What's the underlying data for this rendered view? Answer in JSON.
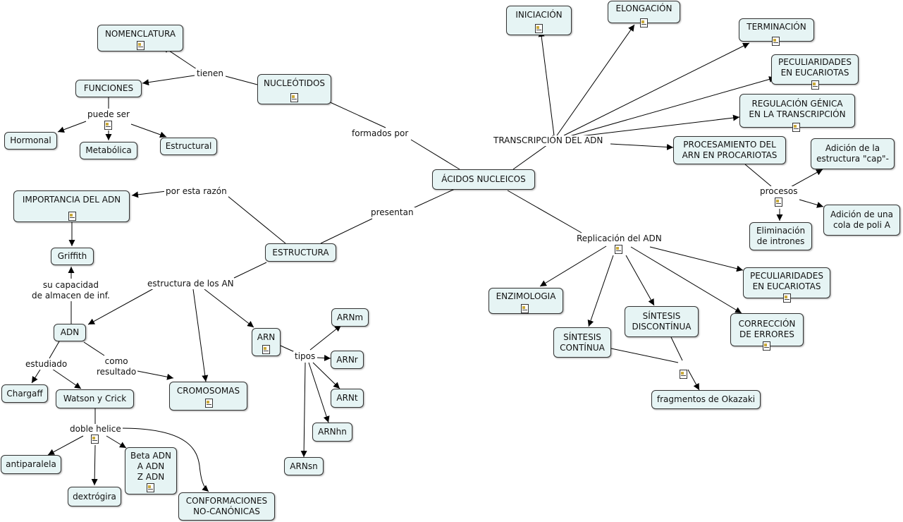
{
  "map": {
    "center": "ÁCIDOS NUCLEICOS",
    "nodes": {
      "nucleotidos": "NUCLEÓTIDOS",
      "nomenclatura": "NOMENCLATURA",
      "funciones": "FUNCIONES",
      "hormonal": "Hormonal",
      "metabolica": "Metabólica",
      "estructural": "Estructural",
      "importancia": "IMPORTANCIA DEL ADN",
      "griffith": "Griffith",
      "estructura": "ESTRUCTURA",
      "adn": "ADN",
      "chargaff": "Chargaff",
      "watson_crick": "Watson y Crick",
      "cromosomas": "CROMOSOMAS",
      "antiparalela": "antiparalela",
      "dextrogira": "dextrógira",
      "formas_adn": "Beta ADN\nA ADN\nZ ADN",
      "conformaciones": "CONFORMACIONES\nNO-CANÓNICAS",
      "arn": "ARN",
      "arnm": "ARNm",
      "arnr": "ARNr",
      "arnt": "ARNt",
      "arnhn": "ARNhn",
      "arnsn": "ARNsn",
      "iniciacion": "INICIACIÓN",
      "elongacion": "ELONGACIÓN",
      "terminacion": "TERMINACIÓN",
      "peculiaridades_transcripcion": "PECULIARIDADES\nEN EUCARIOTAS",
      "regulacion": "REGULACIÓN GÉNICA\nEN LA TRANSCRIPCIÓN",
      "procesamiento": "PROCESAMIENTO DEL\nARN EN PROCARIOTAS",
      "cap": "Adición de la\nestructura \"cap\"-",
      "poli_a": "Adición de una\ncola de poli A",
      "intrones": "Eliminación\nde intrones",
      "enzimologia": "ENZIMOLOGIA",
      "sintesis_continua": "SÍNTESIS\nCONTÍNUA",
      "sintesis_discontinua": "SÍNTESIS\nDISCONTÍNUA",
      "peculiaridades_replicacion": "PECULIARIDADES\nEN EUCARIOTAS",
      "correccion": "CORRECCIÓN\nDE ERRORES",
      "okazaki": "fragmentos de Okazaki"
    },
    "links": {
      "formados_por": "formados por",
      "tienen": "tienen",
      "puede_ser": "puede ser",
      "presentan": "presentan",
      "por_esta_razon": "por esta razón",
      "estructura_an": "estructura de los AN",
      "capacidad": "su capacidad\nde almacen de inf.",
      "estudiado": "estudiado",
      "como_resultado": "como\nresultado",
      "doble_helice": "doble helice",
      "tipos": "tipos",
      "transcripcion": "TRANSCRIPCIÓN DEL ADN",
      "procesos": "procesos",
      "replicacion": "Replicación del ADN"
    }
  }
}
